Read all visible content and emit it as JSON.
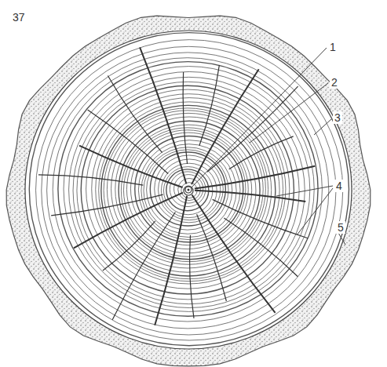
{
  "diagram": {
    "labels": [
      "37",
      "1",
      "2",
      "3",
      "4",
      "5"
    ]
  }
}
